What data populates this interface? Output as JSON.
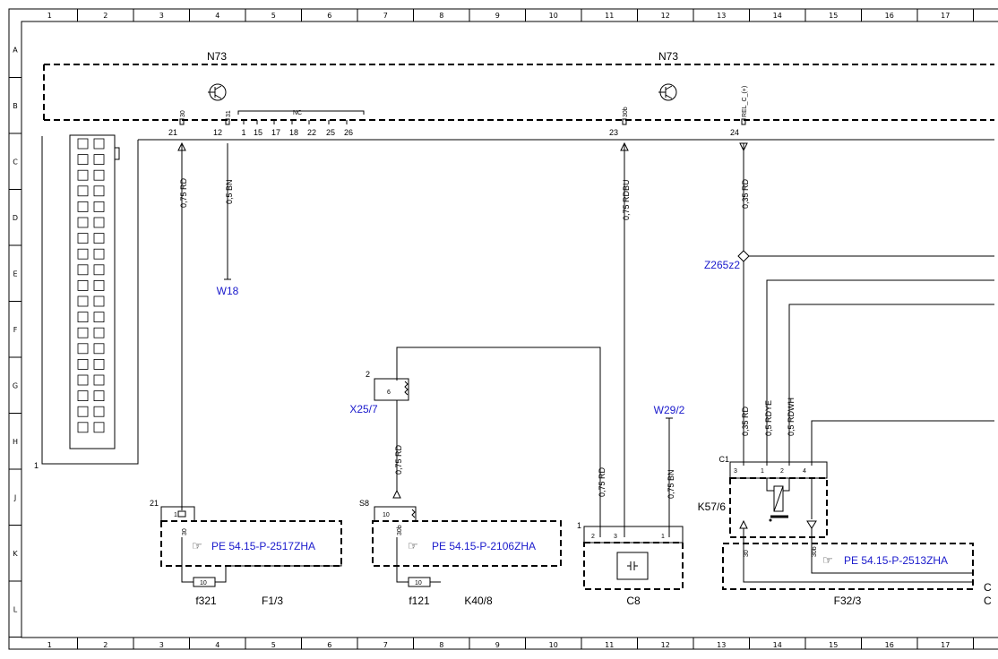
{
  "frame": {
    "col_labels": [
      "1",
      "2",
      "3",
      "4",
      "5",
      "6",
      "7",
      "8",
      "9",
      "10",
      "11",
      "12",
      "13",
      "14",
      "15",
      "16",
      "17"
    ],
    "row_labels": [
      "A",
      "B",
      "C",
      "D",
      "E",
      "F",
      "G",
      "H",
      "J",
      "K",
      "L"
    ]
  },
  "modules": {
    "n73_left": "N73",
    "n73_right": "N73",
    "c8": "C8",
    "f32_3": "F32/3",
    "f1_3": "F1/3",
    "k40_8": "K40/8",
    "k57_6": "K57/6",
    "c1": "C1",
    "f321": "f321",
    "f121": "f121",
    "s8": "S8"
  },
  "pins": {
    "p21": "21",
    "p30": "30",
    "p12": "12",
    "p31": "31",
    "nc": "NC",
    "nc_pins": [
      "1",
      "15",
      "17",
      "18",
      "22",
      "25",
      "26"
    ],
    "p23": "23",
    "p30b": "30b",
    "p24": "24",
    "rel_c": "REL_C_(+)",
    "conn_1": "1",
    "f13_21": "21",
    "f13_1": "1",
    "f13_30": "30",
    "fuse_10a": "10",
    "fuse_10b": "10",
    "x25_2": "2",
    "x25_6": "6",
    "s8_10": "10",
    "s8_30b": "30b",
    "c8_1": "1",
    "c8_2": "2",
    "c8_3": "3",
    "c8_1b": "1",
    "c1_3": "3",
    "c1_1": "1",
    "c1_2": "2",
    "c1_4": "4",
    "f32_30": "30",
    "f32_30b": "30b"
  },
  "wires": {
    "w1": "0,75 RD",
    "w2": "0,5 BN",
    "w3": "0,75 RDBU",
    "w4": "0,35 RD",
    "w5": "0,75 RD",
    "w6": "0,75 RD",
    "w7": "0,75 BN",
    "w8": "0,35 RD",
    "w9": "0,5 RDYE",
    "w10": "0,5 RDWH"
  },
  "refs": {
    "w18": "W18",
    "z265z2": "Z265z2",
    "x25_7": "X25/7",
    "w29_2": "W29/2",
    "pe1": "PE 54.15-P-2517ZHA",
    "pe2": "PE 54.15-P-2106ZHA",
    "pe3": "PE 54.15-P-2513ZHA"
  },
  "edge_text": {
    "c_top": "C",
    "c_bot": "C"
  },
  "colors": {
    "link_blue": "#1a1acc",
    "line": "#000000"
  }
}
